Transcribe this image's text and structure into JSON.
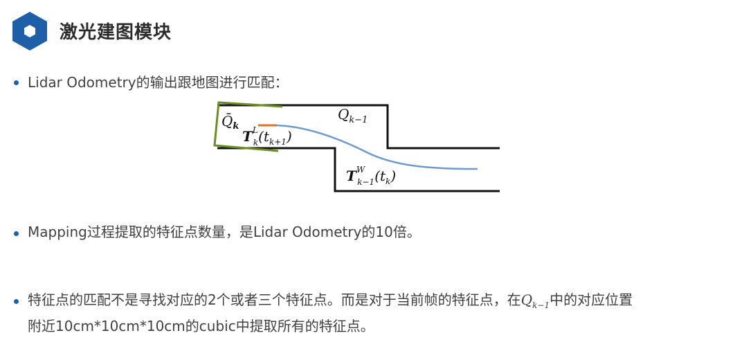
{
  "header": {
    "title": "激光建图模块",
    "icon": "hexagon-icon",
    "accent_color": "#1f5fa8"
  },
  "bullets": [
    {
      "text": "Lidar Odometry的输出跟地图进行匹配："
    },
    {
      "text": "Mapping过程提取的特征点数量，是Lidar Odometry的10倍。"
    },
    {
      "line1_before": "特征点的匹配不是寻找对应的2个或者三个特征点。而是对于当前帧的特征点，在",
      "math_main": "Q",
      "math_sub": "k−1",
      "line1_after": "中的对应位置",
      "line2": "附近10cm*10cm*10cm的cubic中提取所有的特征点。"
    }
  ],
  "diagram": {
    "label_qbar": "Q̄",
    "label_qbar_sub": "k",
    "label_q": "Q",
    "label_q_sub": "k−1",
    "label_tl": "T",
    "label_tl_sup": "L",
    "label_tl_sub": "k",
    "label_tl_arg": "(t",
    "label_tl_arg_sub": "k+1",
    "label_tl_close": ")",
    "label_tw": "T",
    "label_tw_sup": "W",
    "label_tw_sub": "k−1",
    "label_tw_arg": "(t",
    "label_tw_arg_sub": "k",
    "label_tw_close": ")",
    "curve_color": "#6d9ad0",
    "box_color": "#6b8e23",
    "mark_color": "#e07020"
  }
}
